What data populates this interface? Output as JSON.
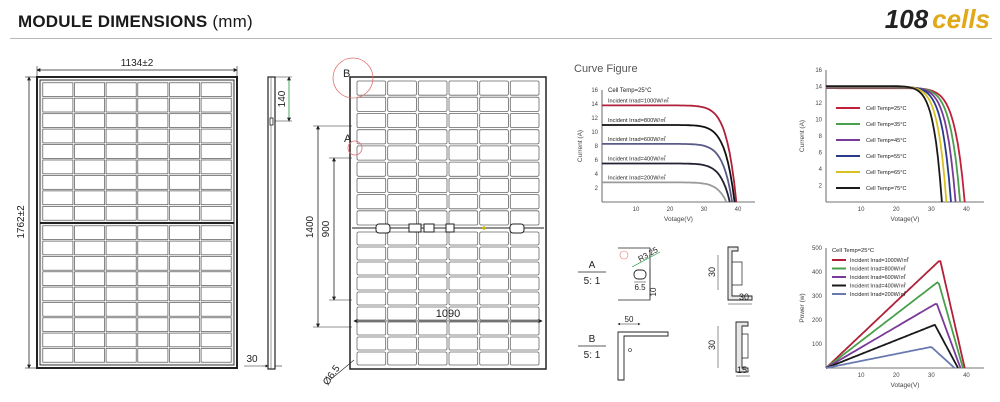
{
  "header": {
    "title": "MODULE DIMENSIONS",
    "title_unit": "(mm)",
    "brand_number": "108",
    "brand_word": "cells",
    "brand_color": "#e1a91a"
  },
  "front_view": {
    "width_label": "1134±2",
    "height_label": "1762±2"
  },
  "side_view": {
    "top_label": "140",
    "bottom_label": "30"
  },
  "back_view": {
    "callout_a": "A",
    "callout_b": "B",
    "dim_1400": "1400",
    "dim_900": "900",
    "dim_1090": "1090",
    "hole_label": "Ø6.5"
  },
  "detail_a": {
    "label": "A",
    "scale": "5: 1",
    "r": "R3.25",
    "d65": "6.5",
    "d10": "10"
  },
  "detail_b": {
    "label": "B",
    "scale": "5: 1",
    "d50": "50"
  },
  "frame_profile_1": {
    "h": "30",
    "w": "30"
  },
  "frame_profile_2": {
    "h": "30",
    "w": "15"
  },
  "curve_figure_title": "Curve Figure",
  "chart_data": [
    {
      "type": "line",
      "title": "",
      "xlabel": "Votage(V)",
      "ylabel": "Current (A)",
      "xlim": [
        0,
        45
      ],
      "ylim": [
        0,
        16
      ],
      "x_ticks": [
        "10",
        "20",
        "30",
        "40"
      ],
      "y_ticks": [
        "2",
        "4",
        "6",
        "8",
        "10",
        "12",
        "14",
        "16"
      ],
      "annotation": "Cell Temp=25°C",
      "series": [
        {
          "name": "Incident Irrad=1000W/㎡",
          "color": "#b0203a",
          "isc": 13.8,
          "voc": 39.5
        },
        {
          "name": "Incident Irrad=800W/㎡",
          "color": "#111111",
          "isc": 11.0,
          "voc": 39.0
        },
        {
          "name": "Incident Irrad=600W/㎡",
          "color": "#5a5a8a",
          "isc": 8.3,
          "voc": 38.3
        },
        {
          "name": "Incident Irrad=400W/㎡",
          "color": "#222233",
          "isc": 5.5,
          "voc": 37.6
        },
        {
          "name": "Incident Irrad=200W/㎡",
          "color": "#9a9a9a",
          "isc": 2.8,
          "voc": 36.6
        }
      ]
    },
    {
      "type": "line",
      "title": "",
      "xlabel": "Votage(V)",
      "ylabel": "Current (A)",
      "xlim": [
        0,
        45
      ],
      "ylim": [
        0,
        16
      ],
      "x_ticks": [
        "10",
        "20",
        "30",
        "40"
      ],
      "y_ticks": [
        "2",
        "4",
        "6",
        "8",
        "10",
        "12",
        "14",
        "16"
      ],
      "series": [
        {
          "name": "Cell Temp=25°C",
          "color": "#c0203a",
          "isc": 13.8,
          "voc": 39.5
        },
        {
          "name": "Cell Temp=35°C",
          "color": "#4aa04a",
          "isc": 13.85,
          "voc": 38.2
        },
        {
          "name": "Cell Temp=45°C",
          "color": "#7a3a9a",
          "isc": 13.9,
          "voc": 36.9
        },
        {
          "name": "Cell Temp=55°C",
          "color": "#2a3a8a",
          "isc": 13.95,
          "voc": 35.6
        },
        {
          "name": "Cell Temp=65°C",
          "color": "#d8c020",
          "isc": 14.0,
          "voc": 34.3
        },
        {
          "name": "Cell Temp=75°C",
          "color": "#1a1a1a",
          "isc": 14.05,
          "voc": 33.0
        }
      ]
    },
    {
      "type": "line",
      "title": "",
      "xlabel": "Votage(V)",
      "ylabel": "Power (w)",
      "xlim": [
        0,
        45
      ],
      "ylim": [
        0,
        500
      ],
      "x_ticks": [
        "10",
        "20",
        "30",
        "40"
      ],
      "y_ticks": [
        "100",
        "200",
        "300",
        "400",
        "500"
      ],
      "annotation": "Cell Temp=25°C",
      "series": [
        {
          "name": "Incident Irrad=1000W/㎡",
          "color": "#b0203a",
          "pmax": 450,
          "vmp": 32.5,
          "voc": 39.5
        },
        {
          "name": "Incident Irrad=800W/㎡",
          "color": "#4aa04a",
          "pmax": 360,
          "vmp": 32.0,
          "voc": 39.0
        },
        {
          "name": "Incident Irrad=600W/㎡",
          "color": "#7a3a9a",
          "pmax": 270,
          "vmp": 31.5,
          "voc": 38.3
        },
        {
          "name": "Incident Irrad=400W/㎡",
          "color": "#1a1a1a",
          "pmax": 180,
          "vmp": 31.0,
          "voc": 37.6
        },
        {
          "name": "Incident Irrad=200W/㎡",
          "color": "#6a7ab0",
          "pmax": 88,
          "vmp": 30.0,
          "voc": 36.6
        }
      ]
    }
  ]
}
